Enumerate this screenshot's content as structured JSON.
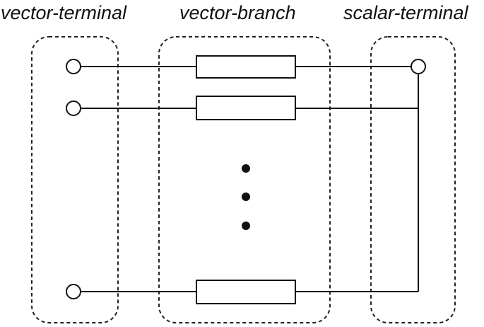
{
  "groups": {
    "left": {
      "label": "vector-terminal"
    },
    "middle": {
      "label": "vector-branch"
    },
    "right": {
      "label": "scalar-terminal"
    }
  },
  "diagram": {
    "branch_count_visible": 3,
    "ellipsis_dots": 3,
    "stroke_color": "#111111",
    "dash_color": "#222222",
    "fill_color": "#ffffff"
  }
}
